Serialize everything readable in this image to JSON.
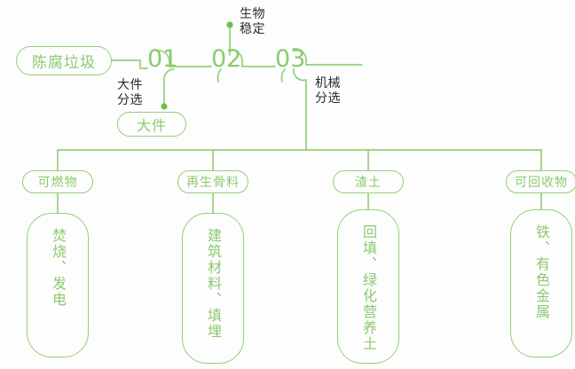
{
  "diagram": {
    "title": "陈腐垃圾处理流程图",
    "background_color": "#fdfdfd",
    "accent_color": "#8cc970",
    "line_color": "#95cf7a",
    "label_color": "#2b2b2b"
  },
  "source_node": {
    "label": "陈腐垃圾"
  },
  "stages": [
    {
      "number": "01",
      "annotation": "大件\n分选"
    },
    {
      "number": "02",
      "annotation": "生物\n稳定"
    },
    {
      "number": "03",
      "annotation": "机械\n分选"
    }
  ],
  "bulky_output": {
    "label": "大件"
  },
  "branches": [
    {
      "header": "可燃物",
      "outcome": "焚烧、发电"
    },
    {
      "header": "再生骨料",
      "outcome": "建筑材料、填埋"
    },
    {
      "header": "渣土",
      "outcome": "回填、绿化营养土"
    },
    {
      "header": "可回收物",
      "outcome": "铁、有色金属"
    }
  ]
}
